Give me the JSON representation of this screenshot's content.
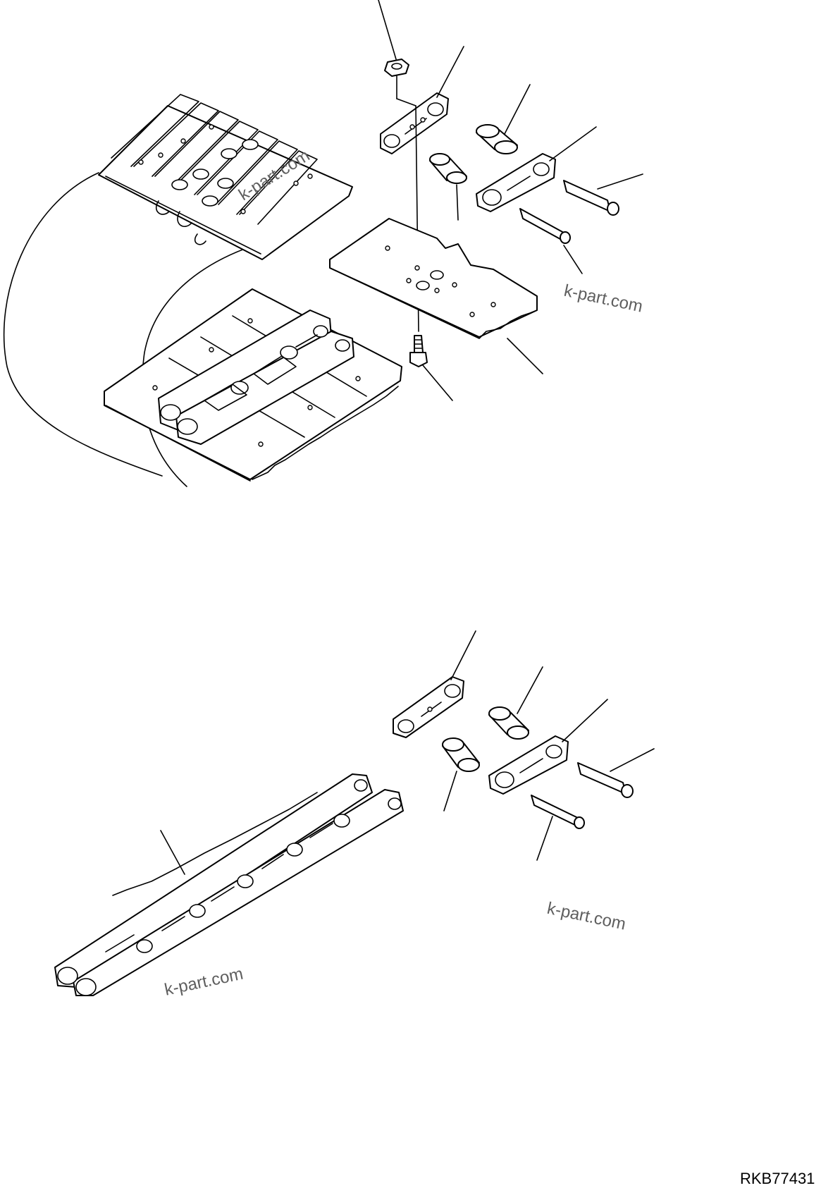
{
  "drawing_number": "RKB77431",
  "watermarks": [
    "k-part.com",
    "k-part.com",
    "k-part.com",
    "k-part.com"
  ]
}
